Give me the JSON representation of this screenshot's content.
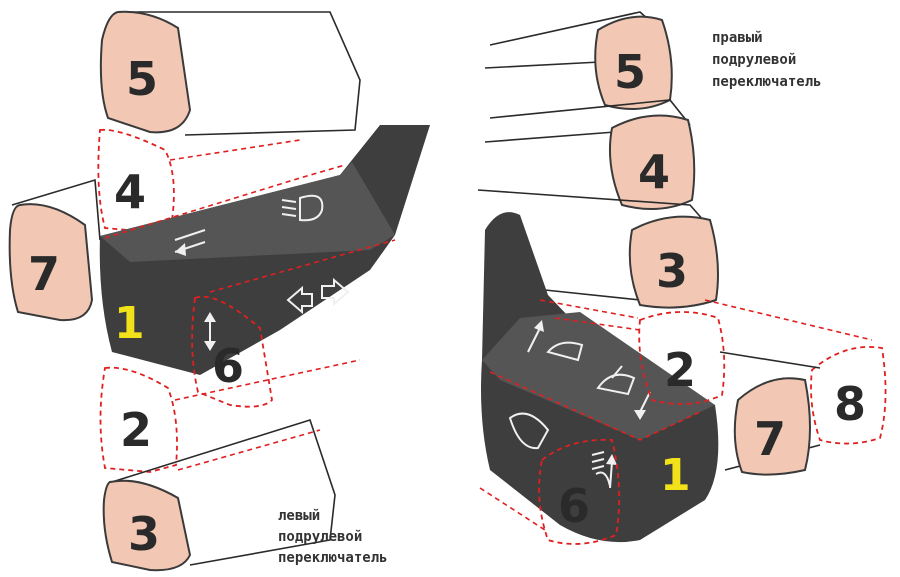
{
  "captions": {
    "right_top": [
      "правый",
      "подрулевой",
      "переключатель"
    ],
    "left_bottom": [
      "левый",
      "подрулевой",
      "переключатель"
    ]
  },
  "left_switch": {
    "positions": [
      "5",
      "4",
      "7",
      "1",
      "6",
      "2",
      "3"
    ],
    "icons": [
      "headlight-icon",
      "turn-signal-arrows-icon",
      "flash-high-beam-icon",
      "up-down-arrow-icon"
    ]
  },
  "right_switch": {
    "positions": [
      "5",
      "4",
      "3",
      "2",
      "8",
      "7",
      "1",
      "6"
    ],
    "icons": [
      "wiper-up-icon",
      "washer-icon",
      "wiper-down-icon",
      "rear-wiper-icon",
      "rear-washer-icon"
    ]
  },
  "colors": {
    "tab_fill": "#f2c8b4",
    "dashed_outline": "#e02020",
    "switch_body": "#3e3e3e",
    "position_1_text": "#f2e21a"
  }
}
